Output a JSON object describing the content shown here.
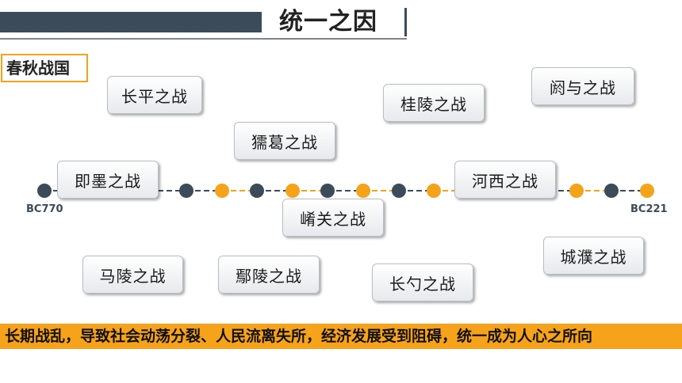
{
  "header": {
    "title": "统一之因"
  },
  "period_label": "春秋战国",
  "timeline": {
    "start_label": "BC770",
    "end_label": "BC221",
    "dot_colors": {
      "primary": "#3c4b59",
      "secondary": "#f5a31a"
    }
  },
  "battles": [
    "长平之战",
    "阏与之战",
    "桂陵之战",
    "獳葛之战",
    "即墨之战",
    "河西之战",
    "崤关之战",
    "城濮之战",
    "马陵之战",
    "鄢陵之战",
    "长勺之战"
  ],
  "conclusion": "长期战乱，导致社会动荡分裂、人民流离失所，经济发展受到阻碍，统一成为人心之所向"
}
